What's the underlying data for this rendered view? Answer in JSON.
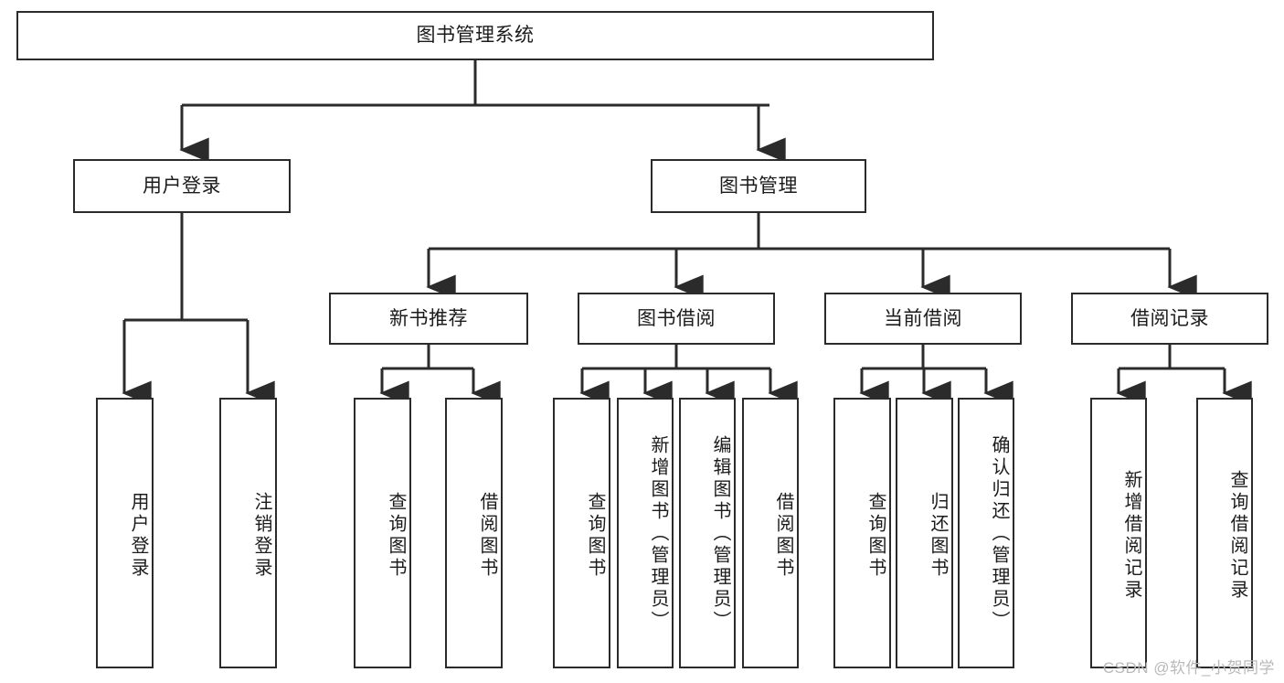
{
  "diagram": {
    "title": "图书管理系统",
    "type": "tree-hierarchy",
    "watermark": "CSDN @软件_小贺同学",
    "colors": {
      "stroke": "#2b2b2b",
      "fill": "#ffffff",
      "text": "#1b1b1b",
      "watermark": "#b9b9b9"
    },
    "nodes": {
      "root": {
        "label": "图书管理系统"
      },
      "level2": [
        {
          "id": "user-login",
          "label": "用户登录"
        },
        {
          "id": "book-manage",
          "label": "图书管理"
        }
      ],
      "level3": [
        {
          "id": "new-book-recommend",
          "label": "新书推荐"
        },
        {
          "id": "book-borrow",
          "label": "图书借阅"
        },
        {
          "id": "current-borrow",
          "label": "当前借阅"
        },
        {
          "id": "borrow-record",
          "label": "借阅记录"
        }
      ],
      "leaves": {
        "user-login": [
          {
            "id": "leaf-user-login",
            "label": "用户登录"
          },
          {
            "id": "leaf-logout",
            "label": "注销登录"
          }
        ],
        "new-book-recommend": [
          {
            "id": "leaf-query-book-1",
            "label": "查询图书"
          },
          {
            "id": "leaf-borrow-book-1",
            "label": "借阅图书"
          }
        ],
        "book-borrow": [
          {
            "id": "leaf-query-book-2",
            "label": "查询图书"
          },
          {
            "id": "leaf-add-book",
            "label": "新增图书（管理员）"
          },
          {
            "id": "leaf-edit-book",
            "label": "编辑图书（管理员）"
          },
          {
            "id": "leaf-borrow-book-2",
            "label": "借阅图书"
          }
        ],
        "current-borrow": [
          {
            "id": "leaf-query-book-3",
            "label": "查询图书"
          },
          {
            "id": "leaf-return-book",
            "label": "归还图书"
          },
          {
            "id": "leaf-confirm-return",
            "label": "确认归还（管理员）"
          }
        ],
        "borrow-record": [
          {
            "id": "leaf-add-record",
            "label": "新增借阅记录"
          },
          {
            "id": "leaf-query-record",
            "label": "查询借阅记录"
          }
        ]
      }
    }
  }
}
